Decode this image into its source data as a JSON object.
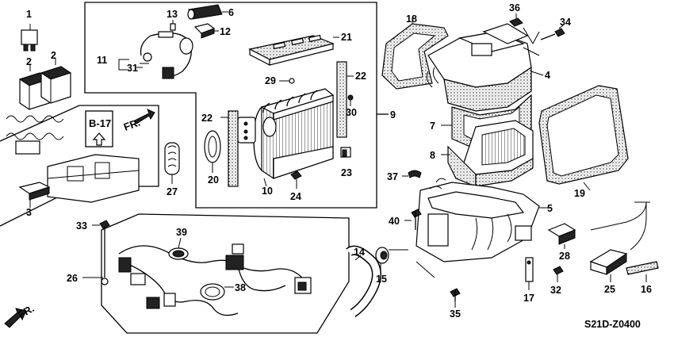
{
  "diagram": {
    "code": "S21D-Z0400",
    "ref_box": "B-17",
    "fr_top": "FR.",
    "fr_bottom": "FR."
  },
  "callouts": [
    "1",
    "2",
    "2",
    "3",
    "4",
    "5",
    "6",
    "7",
    "8",
    "9",
    "10",
    "11",
    "12",
    "13",
    "14",
    "15",
    "16",
    "17",
    "18",
    "19",
    "20",
    "21",
    "22",
    "22",
    "23",
    "24",
    "25",
    "26",
    "27",
    "28",
    "29",
    "30",
    "31",
    "32",
    "33",
    "34",
    "35",
    "36",
    "37",
    "38",
    "39",
    "40"
  ]
}
